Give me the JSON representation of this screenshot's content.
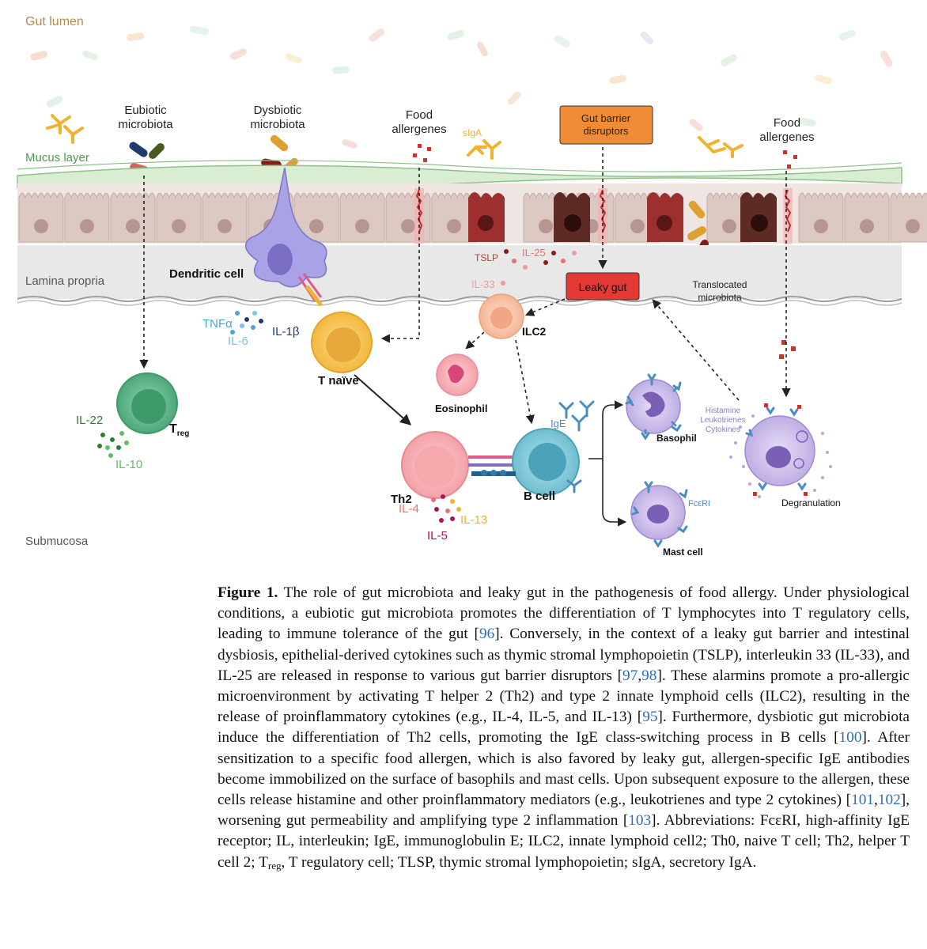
{
  "regions": {
    "lumen": "Gut lumen",
    "mucus": "Mucus layer",
    "lamina": "Lamina propria",
    "submucosa": "Submucosa"
  },
  "labels": {
    "eubiotic": [
      "Eubiotic",
      "microbiota"
    ],
    "dysbiotic": [
      "Dysbiotic",
      "microbiota"
    ],
    "food1": [
      "Food",
      "allergenes"
    ],
    "food2": [
      "Food",
      "allergenes"
    ],
    "siga": "sIgA",
    "barrier": [
      "Gut barrier",
      "disruptors"
    ],
    "leaky": "Leaky gut",
    "translocated": [
      "Translocated",
      "microbiota"
    ],
    "dendritic": "Dendritic cell",
    "tnfa": "TNFα",
    "il6": "IL-6",
    "il1b": "IL-1β",
    "tnaive": "T naïve",
    "treg_main": "T",
    "treg_sub": "reg",
    "il22": "IL-22",
    "il10": "IL-10",
    "tslp": "TSLP",
    "il25": "IL-25",
    "il33": "IL-33",
    "ilc2": "ILC2",
    "eosinophil": "Eosinophil",
    "ige": "IgE",
    "th2": "Th2",
    "bcell": "B cell",
    "il4": "IL-4",
    "il5": "IL-5",
    "il13": "IL-13",
    "basophil": "Basophil",
    "mast": "Mast cell",
    "fceri": "FcεRI",
    "mediators": [
      "Histamine",
      "Leukotrienes",
      "Cytokines"
    ],
    "degranulation": "Degranulation"
  },
  "caption": {
    "label": "Figure 1.",
    "parts": [
      " The role of gut microbiota and leaky gut in the pathogenesis of food allergy. Under physiological conditions, a eubiotic gut microbiota promotes the differentiation of T lymphocytes into T regulatory cells, leading to immune tolerance of the gut [",
      "96",
      "]. Conversely, in the context of a leaky gut barrier and intestinal dysbiosis, epithelial-derived cytokines such as thymic stromal lymphopoietin (TSLP), interleukin 33 (IL-33), and IL-25 are released in response to various gut barrier disruptors [",
      "97",
      ",",
      "98",
      "]. These alarmins promote a pro-allergic microenvironment by activating T helper 2 (Th2) and type 2 innate lymphoid cells (ILC2), resulting in the release of proinflammatory cytokines (e.g., IL-4, IL-5, and IL-13) [",
      "95",
      "]. Furthermore, dysbiotic gut microbiota induce the differentiation of Th2 cells, promoting the IgE class-switching process in B cells [",
      "100",
      "]. After sensitization to a specific food allergen, which is also favored by leaky gut, allergen-specific IgE antibodies become immobilized on the surface of basophils and mast cells. Upon subsequent exposure to the allergen, these cells release histamine and other proinflammatory mediators (e.g., leukotrienes and type 2 cytokines) [",
      "101",
      ",",
      "102",
      "], worsening gut permeability and amplifying type 2 inflammation [",
      "103",
      "]. Abbreviations: FcεRI, high-affinity IgE receptor; IL, interleukin; IgE, immunoglobulin E; ILC2, innate lymphoid cell2; Th0, naive T cell; Th2, helper T cell 2; T",
      "reg",
      ", T regulatory cell; TLSP, thymic stromal lymphopoietin; sIgA, secretory IgA."
    ]
  },
  "colors": {
    "lumen_label": "#b88a4a",
    "mucus_green": "#4f9a4f",
    "epithelium": "#dcc9c4",
    "lamina_band": "#e6e6e6",
    "leaky_red": "#e53935",
    "barrier_orange": "#f08c35",
    "dendritic": "#a9a2e6",
    "t_naive": "#f6c85a",
    "treg": "#5fb58a",
    "th2": "#f4b0b4",
    "bcell": "#7cc4d4",
    "ilc2": "#f6c0a4",
    "eosinophil": "#f4a8c0",
    "basophil_mast": "#cfc2ea",
    "reference_link": "#2a6ebb"
  },
  "icons": [
    "antibody-icon",
    "bacteria-icon",
    "allergen-particle-icon",
    "arrow-icon"
  ]
}
